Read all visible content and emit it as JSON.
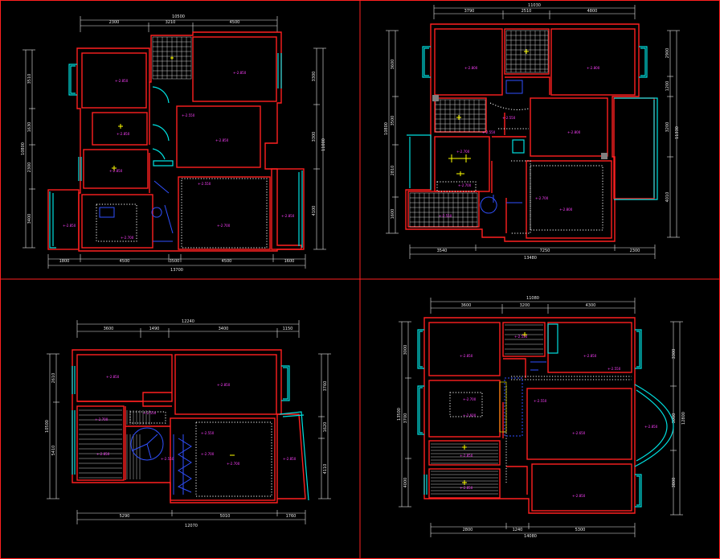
{
  "colors": {
    "background": "#000000",
    "frame": "#ff2020",
    "wall": "#ff2020",
    "window": "#00e0e0",
    "dimension": "#e8e8e8",
    "label": "#ff40ff",
    "fixture": "#3050ff",
    "light": "#ffff00"
  },
  "plans": [
    {
      "id": "plan-1",
      "top_total": "10500",
      "top_segments": [
        "2300",
        "3210",
        "4500"
      ],
      "bottom_total": "13700",
      "bottom_segments": [
        "1800",
        "4500",
        "3500",
        "4500",
        "1600"
      ],
      "left_segments": [
        "3510",
        "1630",
        "2300",
        "3400"
      ],
      "left_total": "10800",
      "right_segments": [
        "3300",
        "3300",
        "4100"
      ],
      "right_total": "11000"
    },
    {
      "id": "plan-2",
      "top_total": "11030",
      "top_segments": [
        "3790",
        "2510",
        "4800"
      ],
      "bottom_total": "13480",
      "bottom_segments": [
        "3540",
        "7250",
        "2300"
      ],
      "left_segments": [
        "3600",
        "3500",
        "2810",
        "1600"
      ],
      "left_total": "10800",
      "right_segments": [
        "2900",
        "1200",
        "3200",
        "4010"
      ],
      "right_total": "11330"
    },
    {
      "id": "plan-3",
      "top_total": "12240",
      "top_segments": [
        "3600",
        "1490",
        "3400",
        "1150"
      ],
      "bottom_total": "12070",
      "bottom_segments": [
        "5290",
        "5010",
        "1760"
      ],
      "left_segments": [
        "2610",
        "5410"
      ],
      "left_total": "10500",
      "right_segments": [
        "3760",
        "1620",
        "4110"
      ]
    },
    {
      "id": "plan-4",
      "top_total": "11080",
      "top_segments": [
        "3600",
        "3200",
        "4300"
      ],
      "bottom_total": "14080",
      "bottom_segments": [
        "2800",
        "1240",
        "5300"
      ],
      "left_segments": [
        "3000",
        "3700",
        "4000"
      ],
      "left_total": "13500",
      "right_segments": [
        "3300",
        "3000",
        "3800"
      ],
      "right_total": "12800"
    }
  ]
}
